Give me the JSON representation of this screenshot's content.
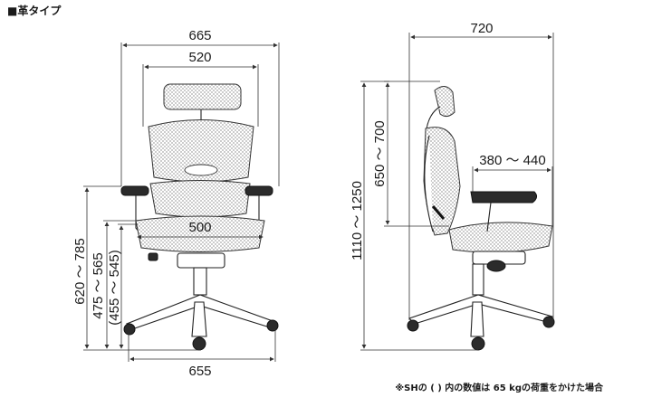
{
  "header": {
    "title": "■革タイプ"
  },
  "front_view": {
    "overall_width": "665",
    "headrest_width": "520",
    "seat_width": "500",
    "base_width": "655",
    "armrest_height": "620 ～ 785",
    "seat_height": "475 ～ 565",
    "seat_height_sh": "(455 ～ 545)"
  },
  "side_view": {
    "overall_depth": "720",
    "total_height": "1110 ～ 1250",
    "backrest_height": "650 ～ 700",
    "seat_depth": "380 ～ 440"
  },
  "footnote": "※SHの ( ) 内の数値は 65 kgの荷重をかけた場合",
  "colors": {
    "line": "#333333",
    "frame": "#2b2b2b",
    "mesh": "#bdbdbd"
  }
}
